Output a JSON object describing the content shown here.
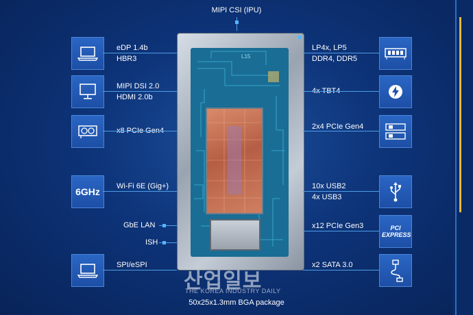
{
  "top_label": "MIPI CSI (IPU)",
  "package_label": "50x25x1.3mm BGA package",
  "chip_marking": "L15",
  "watermark": {
    "korean": "산업일보",
    "english": "THE KOREA INDUSTRY DAILY"
  },
  "left": [
    {
      "icon": "laptop-icon",
      "lines": [
        "eDP 1.4b",
        "HBR3"
      ]
    },
    {
      "icon": "monitor-icon",
      "lines": [
        "MIPI DSI 2.0",
        "HDMI 2.0b"
      ]
    },
    {
      "icon": "graphics-card-icon",
      "lines": [
        "x8 PCIe Gen4"
      ]
    },
    {
      "icon": "wifi-6ghz-icon",
      "icon_text": "6GHz",
      "lines": [
        "Wi-Fi 6E (Gig+)"
      ]
    },
    {
      "icon": "none",
      "lines": [
        "GbE LAN"
      ]
    },
    {
      "icon": "none",
      "lines": [
        "ISH"
      ]
    },
    {
      "icon": "laptop-icon",
      "lines": [
        "SPI/eSPI"
      ]
    }
  ],
  "right": [
    {
      "icon": "memory-module-icon",
      "lines": [
        "LP4x, LP5",
        "DDR4, DDR5"
      ]
    },
    {
      "icon": "thunderbolt-icon",
      "lines": [
        "4x TBT4"
      ]
    },
    {
      "icon": "ssd-icon",
      "lines": [
        "2x4 PCIe Gen4"
      ]
    },
    {
      "icon": "usb-icon",
      "lines": [
        "10x USB2",
        "4x USB3"
      ]
    },
    {
      "icon": "pci-express-icon",
      "icon_text": "PCI EXPRESS",
      "lines": [
        "x12 PCIe Gen3"
      ]
    },
    {
      "icon": "sata-cable-icon",
      "lines": [
        "x2 SATA 3.0"
      ]
    }
  ],
  "colors": {
    "background": "#0d3378",
    "icon_box": "#2a66c4",
    "connector_line": "#4f9fe6",
    "accent_gold": "#e3b93a"
  }
}
